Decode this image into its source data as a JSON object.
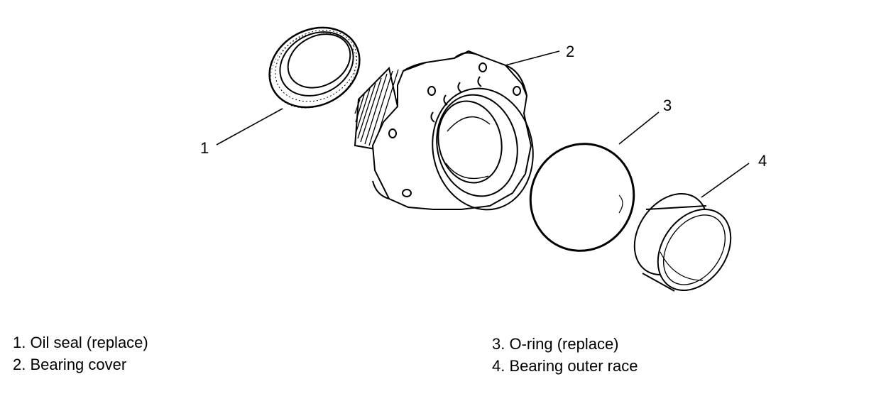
{
  "callouts": {
    "oil_seal": "1",
    "bearing_cover": "2",
    "o_ring": "3",
    "outer_race": "4"
  },
  "legend": {
    "item1": "1. Oil seal (replace)",
    "item2": "2. Bearing cover",
    "item3": "3. O-ring (replace)",
    "item4": "4. Bearing outer race"
  },
  "colors": {
    "line": "#000000",
    "background": "#ffffff"
  }
}
